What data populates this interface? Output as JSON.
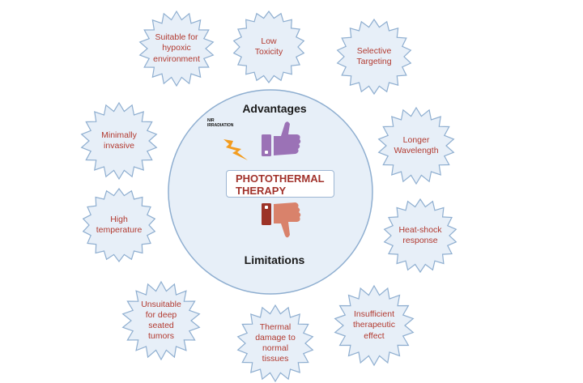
{
  "center": {
    "title": "PHOTOTHERMAL\nTHERAPY",
    "advantages_heading": "Advantages",
    "limitations_heading": "Limitations",
    "nir_label": "NIR\nIRRADIATION"
  },
  "colors": {
    "burst_fill": "#e7eff8",
    "burst_stroke": "#8eaed0",
    "label_text": "#b23a30",
    "circle_fill": "#e7eff8",
    "thumb_up": "#9b72b6",
    "thumb_down": "#d9826b",
    "lightning": "#f39c1f"
  },
  "icons": [
    "thumbs-up-icon",
    "thumbs-down-icon",
    "lightning-icon"
  ],
  "bursts": [
    {
      "id": "hypoxic",
      "label": "Suitable for\nhypoxic\nenvironment"
    },
    {
      "id": "low-toxicity",
      "label": "Low\nToxicity"
    },
    {
      "id": "selective-targeting",
      "label": "Selective\nTargeting"
    },
    {
      "id": "minimally-invasive",
      "label": "Minimally\ninvasive"
    },
    {
      "id": "longer-wavelength",
      "label": "Longer\nWavelength"
    },
    {
      "id": "high-temperature",
      "label": "High\ntemperature"
    },
    {
      "id": "heat-shock",
      "label": "Heat-shock\nresponse"
    },
    {
      "id": "deep-tumors",
      "label": "Unsuitable\nfor deep\nseated\ntumors"
    },
    {
      "id": "thermal-damage",
      "label": "Thermal\ndamage to\nnormal\ntissues"
    },
    {
      "id": "insufficient-effect",
      "label": "Insufficient\ntherapeutic\neffect"
    }
  ]
}
